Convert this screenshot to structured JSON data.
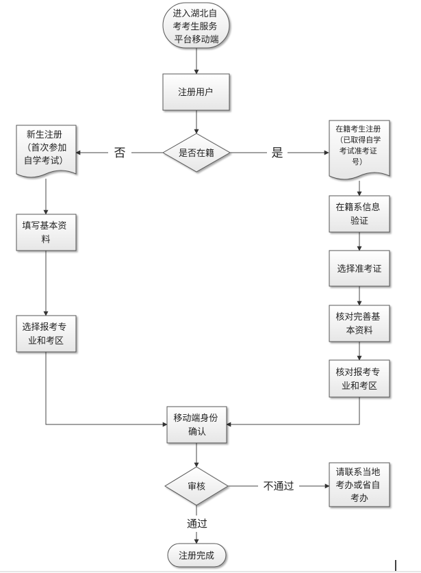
{
  "nodes": {
    "start": [
      "进入湖北自",
      "考考生服务",
      "平台移动端"
    ],
    "register_user": [
      "注册用户"
    ],
    "enrolled_decision": [
      "是否在籍"
    ],
    "new_student": [
      "新生注册",
      "（首次参加",
      "自学考试）"
    ],
    "fill_info": [
      "填写基本资",
      "料"
    ],
    "choose_major_left": [
      "选择报考专",
      "业和考区"
    ],
    "enrolled_student": [
      "在籍考生注册",
      "（已取得自学",
      "考试准考证",
      "号）"
    ],
    "verify_enrolled": [
      "在籍系信息",
      "验证"
    ],
    "choose_ticket": [
      "选择准考证"
    ],
    "check_info": [
      "核对完善基",
      "本资料"
    ],
    "check_major": [
      "核对报考专",
      "业和考区"
    ],
    "mobile_identity": [
      "移动端身份",
      "确认"
    ],
    "review_decision": [
      "审核"
    ],
    "contact_office": [
      "请联系当地",
      "考办或省自",
      "考办"
    ],
    "end": [
      "注册完成"
    ]
  },
  "edge_labels": {
    "no": "否",
    "yes": "是",
    "fail": "不通过",
    "pass": "通过"
  }
}
